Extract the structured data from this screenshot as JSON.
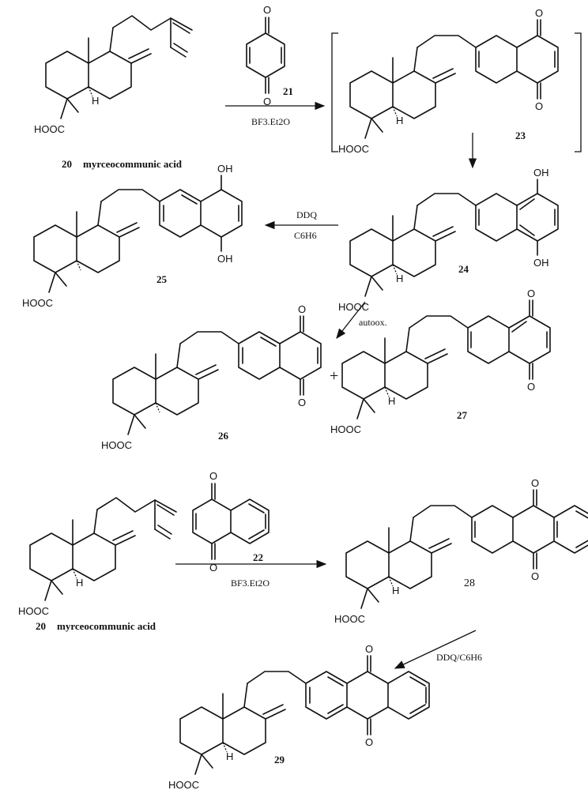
{
  "compounds": {
    "c20_top": {
      "number": "20",
      "name": "myrceocommunic acid"
    },
    "c20_bottom": {
      "number": "20",
      "name": "myrceocommunic acid"
    },
    "c21": {
      "number": "21"
    },
    "c22": {
      "number": "22"
    },
    "c23": {
      "number": "23"
    },
    "c24": {
      "number": "24"
    },
    "c25": {
      "number": "25"
    },
    "c26": {
      "number": "26"
    },
    "c27": {
      "number": "27"
    },
    "c28": {
      "number": "28"
    },
    "c29": {
      "number": "29"
    }
  },
  "atoms": {
    "cooh": "HOOC",
    "h": "H",
    "o": "O",
    "oh": "OH"
  },
  "reagents": {
    "r1": "BF3.Et2O",
    "r2": "DDQ",
    "r2b": "C6H6",
    "r3": "autoox.",
    "r4": "BF3.Et2O",
    "r5": "DDQ/C6H6"
  },
  "plus": "+"
}
